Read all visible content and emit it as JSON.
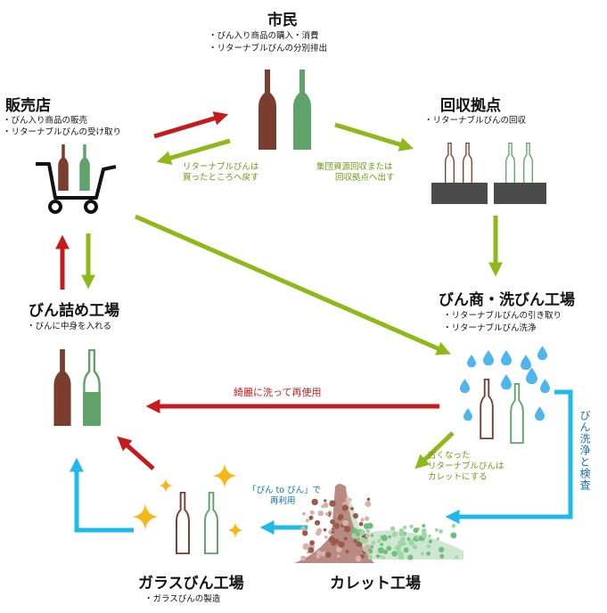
{
  "colors": {
    "arrow_red": "#c41c1c",
    "arrow_green": "#8fb81a",
    "arrow_blue": "#1fbbe8",
    "bottle_brown": "#7b3d2e",
    "bottle_green": "#5fa36b",
    "crate_gray": "#4a4a4a",
    "drop_blue": "#4fb6ec",
    "sparkle_gold": "#f5b816"
  },
  "nodes": {
    "citizen": {
      "title": "市民",
      "bullets": [
        "・びん入り商品の購入・消費",
        "・リターナブルびんの分別排出"
      ]
    },
    "store": {
      "title": "販売店",
      "bullets": [
        "・びん入り商品の販売",
        "・リターナブルびんの受け取り"
      ]
    },
    "collection": {
      "title": "回収拠点",
      "bullets": [
        "・リターナブルびんの回収"
      ]
    },
    "washer": {
      "title": "びん商・洗びん工場",
      "bullets": [
        "・リターナブルびんの引き取り",
        "・リターナブルびん洗浄"
      ]
    },
    "filling": {
      "title": "びん詰め工場",
      "bullets": [
        "・びんに中身を入れる"
      ]
    },
    "glass": {
      "title": "ガラスびん工場",
      "bullets": [
        "・ガラスびんの製造"
      ]
    },
    "cullet": {
      "title": "カレット工場",
      "bullets": []
    }
  },
  "flows": {
    "return_to_store": [
      "リターナブルびんは",
      "買ったところへ戻す"
    ],
    "to_collection": [
      "集団資源回収または",
      "回収拠点へ出す"
    ],
    "reuse": "綺麗に洗って再使用",
    "to_cullet": [
      "古くなった",
      "リターナブルびんは",
      "カレットにする"
    ],
    "bottle_to_bottle": [
      "「びん to びん」で",
      "再利用"
    ],
    "wash_inspect": "びん洗浄と検査"
  }
}
